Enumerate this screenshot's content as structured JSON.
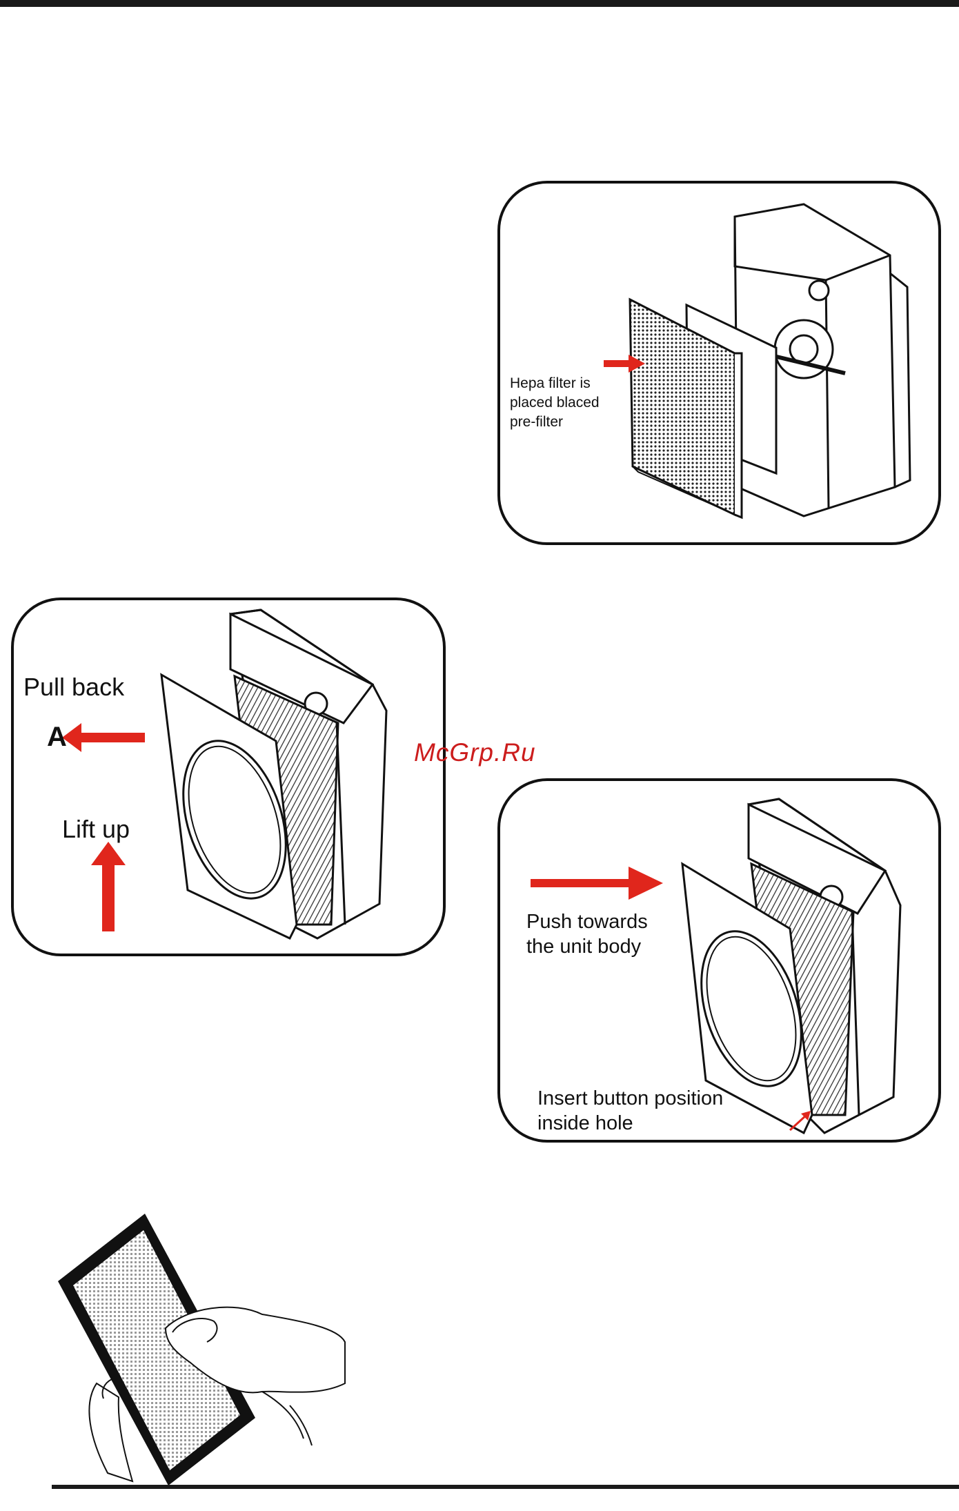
{
  "panels": {
    "hepa": {
      "caption": "Hepa filter is\nplaced blaced\npre-filter"
    },
    "remove": {
      "pull_back": "Pull back",
      "marker": "A",
      "lift_up": "Lift up"
    },
    "insert": {
      "push": "Push towards\nthe unit body",
      "insert": "Insert button position\ninside hole"
    }
  },
  "watermark": "McGrp.Ru",
  "colors": {
    "arrow": "#e0261c",
    "line": "#111111"
  },
  "icons": [
    "arrow-right-icon",
    "arrow-left-icon",
    "arrow-up-icon"
  ]
}
